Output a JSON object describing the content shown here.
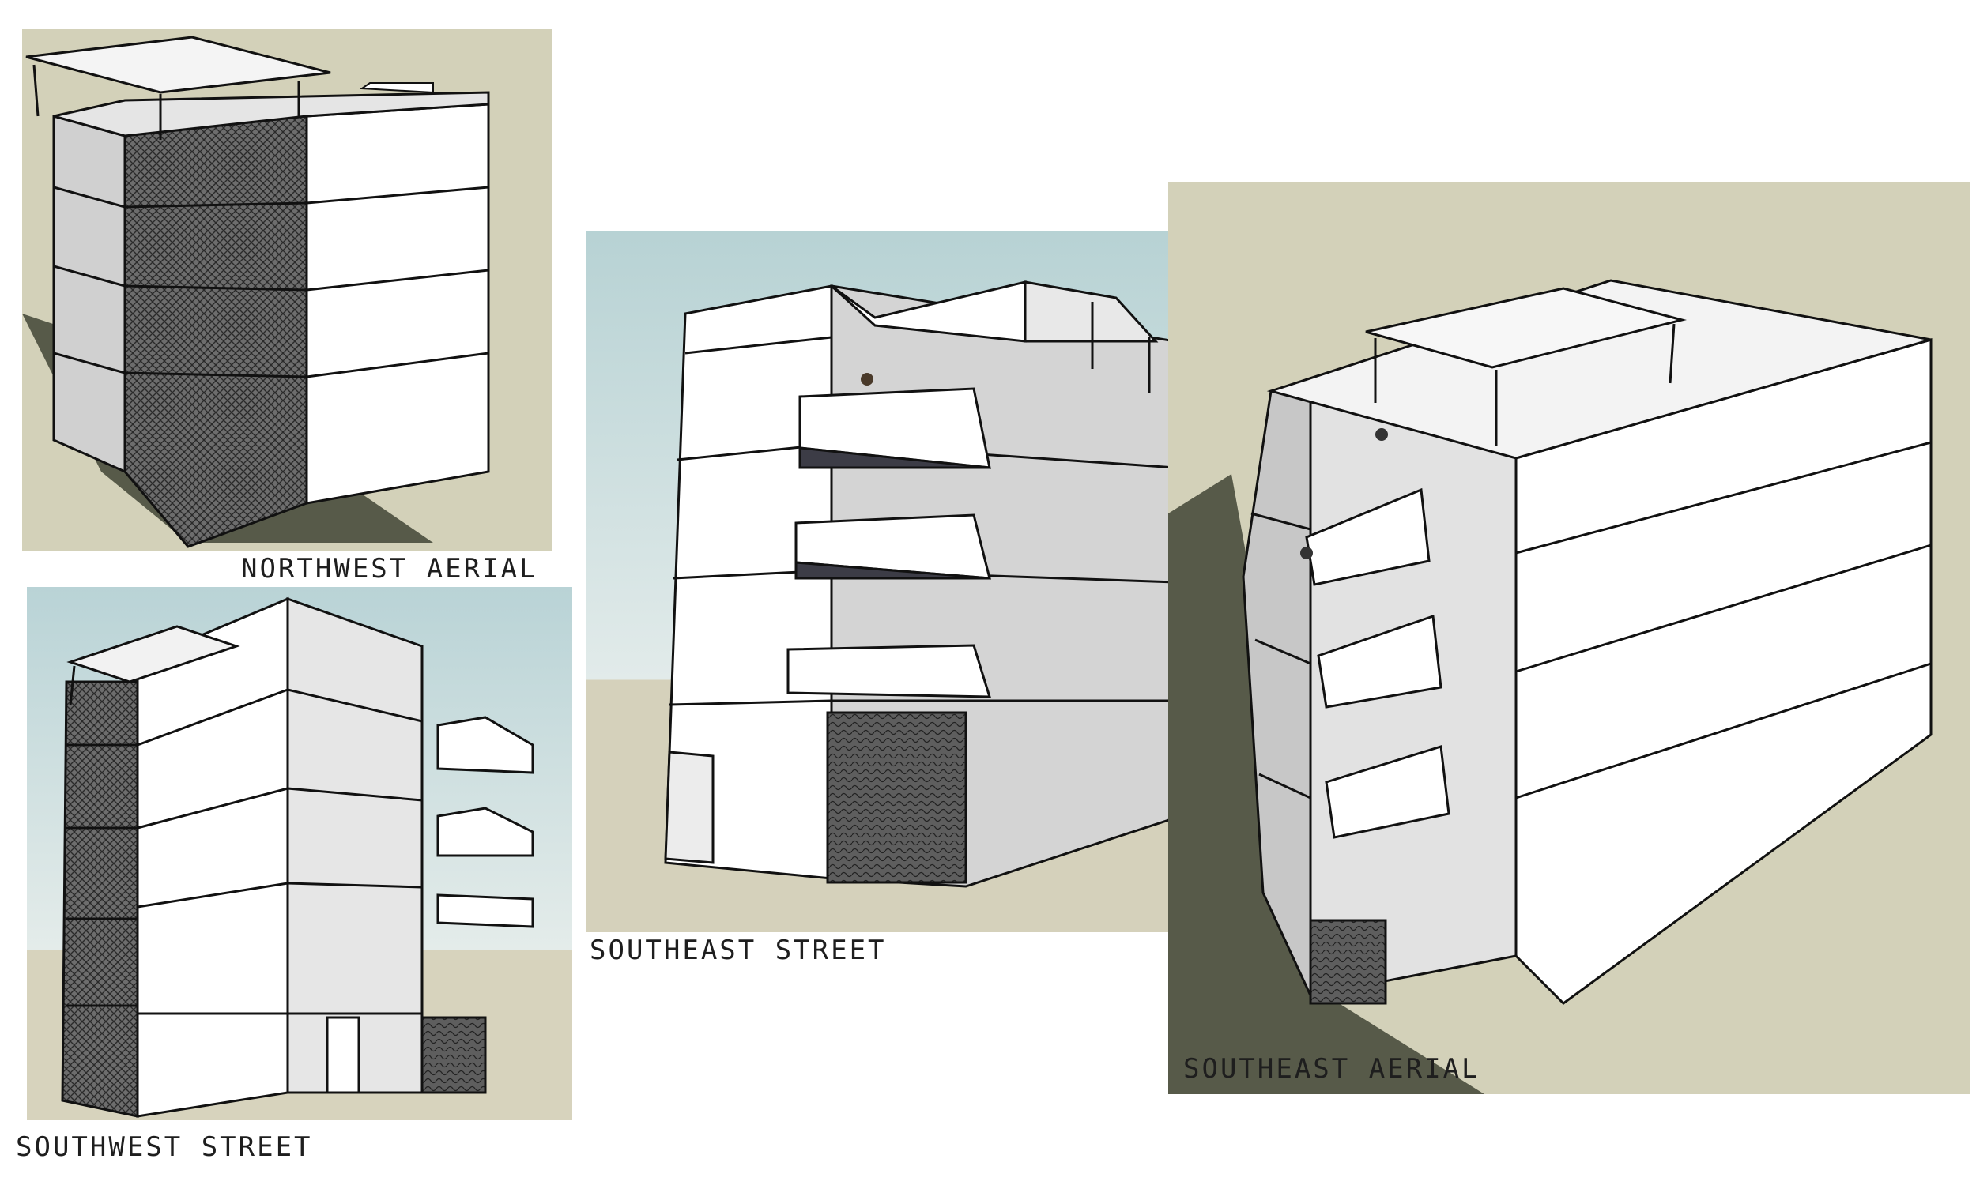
{
  "captions": {
    "northwest_aerial": "NORTHWEST AERIAL",
    "southwest_street": "SOUTHWEST STREET",
    "southeast_street": "SOUTHEAST STREET",
    "southeast_aerial": "SOUTHEAST AERIAL"
  },
  "colors": {
    "ground": "#d3d1b9",
    "sky": "#b9d3d6",
    "wall_light": "#ffffff",
    "wall_shade": "#c9c9c9",
    "mesh": "#5a5a5a",
    "shadow": "#575a49",
    "line": "#111111"
  }
}
